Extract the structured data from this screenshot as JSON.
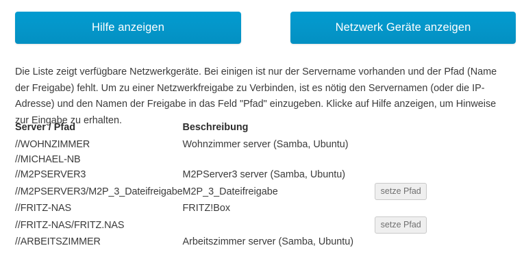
{
  "theme": {
    "page_background": "#ffffff",
    "primary_button_color": "#0496c9",
    "primary_button_text_color": "#ffffff",
    "body_text_color": "#3a3a3a",
    "secondary_button_background": "#efefef",
    "secondary_button_border": "#c9c9c9",
    "secondary_button_text_color": "#6f6f6f"
  },
  "toolbar": {
    "help_label": "Hilfe anzeigen",
    "network_devices_label": "Netzwerk Geräte anzeigen"
  },
  "intro": {
    "text": "Die Liste zeigt verfügbare Netzwerkgeräte. Bei einigen ist nur der Servername vorhanden und der Pfad (Name der Freigabe) fehlt. Um zu einer Netzwerkfreigabe zu Verbinden, ist es nötig den Servernamen (oder die IP-Adresse) und den Namen der Freigabe in das Feld \"Pfad\" einzugeben. Klicke auf Hilfe anzeigen, um Hinweise zur Eingabe zu erhalten."
  },
  "table": {
    "headers": {
      "path": "Server / Pfad",
      "description": "Beschreibung",
      "action": ""
    },
    "set_path_label": "setze Pfad",
    "rows": [
      {
        "path": "//WOHNZIMMER",
        "description": "Wohnzimmer server (Samba, Ubuntu)",
        "has_action": false
      },
      {
        "path": "//MICHAEL-NB",
        "description": "",
        "has_action": false
      },
      {
        "path": "//M2PSERVER3",
        "description": "M2PServer3 server (Samba, Ubuntu)",
        "has_action": false
      },
      {
        "path": "//M2PSERVER3/M2P_3_Dateifreigabe",
        "description": "M2P_3_Dateifreigabe",
        "has_action": true
      },
      {
        "path": "//FRITZ-NAS",
        "description": "FRITZ!Box",
        "has_action": false
      },
      {
        "path": "//FRITZ-NAS/FRITZ.NAS",
        "description": "",
        "has_action": true
      },
      {
        "path": "//ARBEITSZIMMER",
        "description": "Arbeitszimmer server (Samba, Ubuntu)",
        "has_action": false
      }
    ]
  }
}
